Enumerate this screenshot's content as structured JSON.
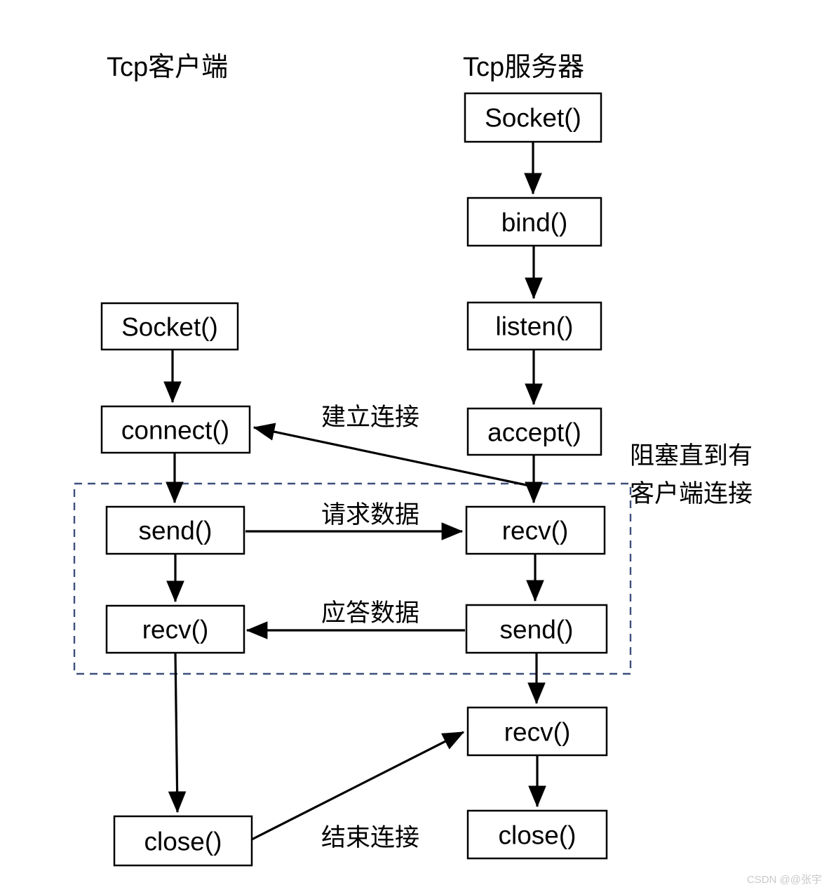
{
  "diagram": {
    "title_left": "Tcp客户端",
    "title_right": "Tcp服务器",
    "client_boxes": [
      {
        "label": "Socket()"
      },
      {
        "label": "connect()"
      },
      {
        "label": "send()"
      },
      {
        "label": "recv()"
      },
      {
        "label": "close()"
      }
    ],
    "server_boxes": [
      {
        "label": "Socket()"
      },
      {
        "label": "bind()"
      },
      {
        "label": "listen()"
      },
      {
        "label": "accept()"
      },
      {
        "label": "recv()"
      },
      {
        "label": "send()"
      },
      {
        "label": "recv()"
      },
      {
        "label": "close()"
      }
    ],
    "edge_labels": {
      "establish": "建立连接",
      "request": "请求数据",
      "response": "应答数据",
      "close": "结束连接"
    },
    "note": {
      "line1": "阻塞直到有",
      "line2": "客户端连接"
    },
    "colors": {
      "box_stroke": "#000000",
      "box_fill": "#ffffff",
      "arrow": "#000000",
      "dashed_region": "#3d4f7c",
      "watermark": "#c9c9c9"
    },
    "watermark": "CSDN @@张宇"
  }
}
